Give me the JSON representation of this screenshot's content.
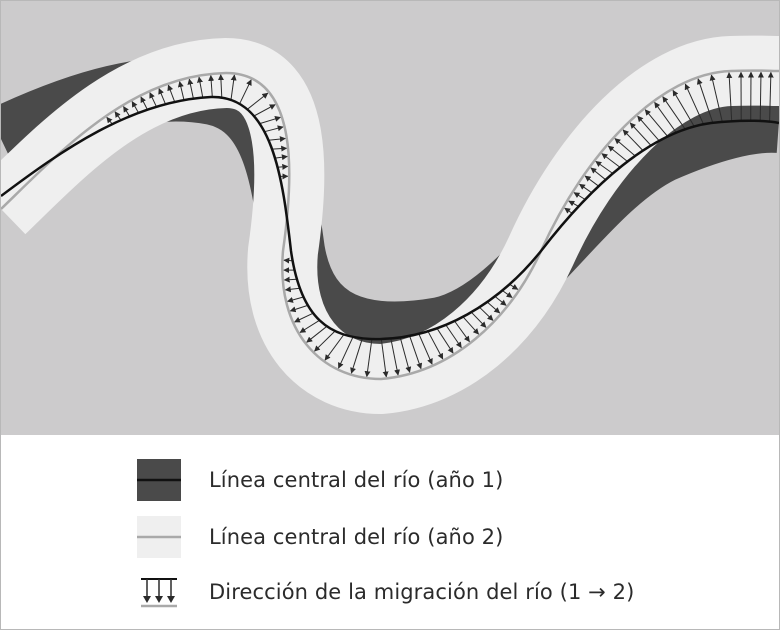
{
  "diagram": {
    "colors": {
      "background": "#cccbcc",
      "channel_year1": "#4a4a4a",
      "channel_year2": "#efefef",
      "centerline_year1": "#111111",
      "centerline_year2": "#a9a9a9",
      "arrow": "#2b2b2b"
    }
  },
  "legend": {
    "items": [
      {
        "label": "Línea central del río (año 1)",
        "swatch": "year1-channel"
      },
      {
        "label": "Línea central del río (año 2)",
        "swatch": "year2-channel"
      },
      {
        "label": "Dirección de la migración del río (1 → 2)",
        "swatch": "migration-arrows"
      }
    ]
  }
}
